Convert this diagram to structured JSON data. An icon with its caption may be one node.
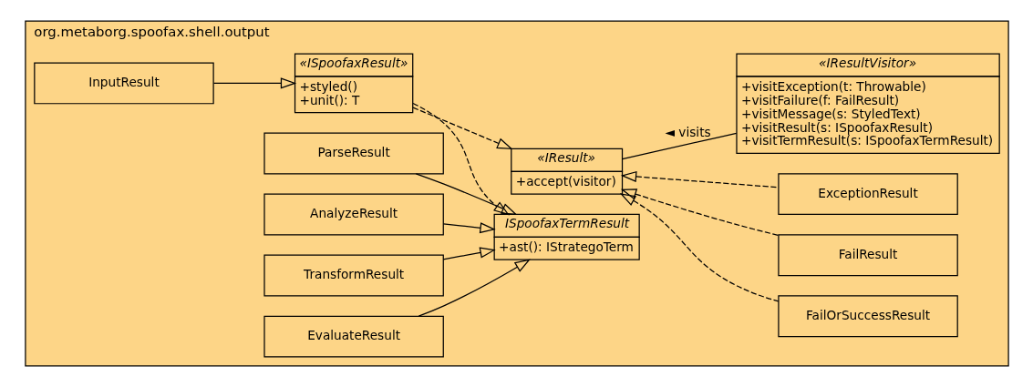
{
  "diagram": {
    "nodes": [
      {
        "text": [
          "org.metaborg.spoofax.shell.output"
        ]
      },
      {
        "text": [
          "InputResult"
        ],
        "in": 0
      },
      {
        "text": [
          "«ISpoofaxResult»",
          "+styled()",
          "+unit(): T"
        ],
        "in": 0
      },
      {
        "text": [
          "«IResult»",
          "+accept(visitor)"
        ],
        "in": 0
      },
      {
        "text": [
          "FailOrSuccessResult"
        ],
        "in": 0
      },
      {
        "text": [
          "FailResult"
        ],
        "in": 0
      },
      {
        "text": [
          "ExceptionResult"
        ],
        "in": 0
      },
      {
        "text": [
          "ParseResult"
        ],
        "in": 0
      },
      {
        "text": [
          "AnalyzeResult"
        ],
        "in": 0
      },
      {
        "text": [
          "TransformResult"
        ],
        "in": 0
      },
      {
        "text": [
          "EvaluateResult"
        ],
        "in": 0
      },
      {
        "text": [
          "ISpoofaxTermResult",
          "+ast(): IStrategoTerm"
        ],
        "in": 0
      },
      {
        "text": [
          "«IResultVisitor»",
          "+visitException(t: Throwable)",
          "+visitFailure(f: FailResult)",
          "+visitMessage(s: StyledText)",
          "+visitResult(s: ISpoofaxResult)",
          "+visitTermResult(s: ISpoofaxTermResult)"
        ],
        "in": 0
      }
    ],
    "edges": [
      {
        "from": 1,
        "to": 2,
        "arrow": "to"
      },
      {
        "from": 2,
        "to": 3,
        "arrow": "to",
        "style": "dashed"
      },
      {
        "from": 4,
        "to": 3,
        "arrow": "to",
        "style": "dashed"
      },
      {
        "from": 5,
        "to": 3,
        "arrow": "to",
        "style": "dashed"
      },
      {
        "from": 6,
        "to": 3,
        "arrow": "to",
        "style": "dashed"
      },
      {
        "from": 2,
        "to": 11,
        "arrow": "to",
        "style": "dashed"
      },
      {
        "from": 3,
        "to": 12,
        "arrow": "none",
        "label": "◄ visits"
      },
      {
        "from": 7,
        "to": 11,
        "arrow": "to"
      },
      {
        "from": 8,
        "to": 11,
        "arrow": "to"
      },
      {
        "from": 9,
        "to": 11,
        "arrow": "to"
      },
      {
        "from": 10,
        "to": 11,
        "arrow": "to"
      }
    ]
  }
}
